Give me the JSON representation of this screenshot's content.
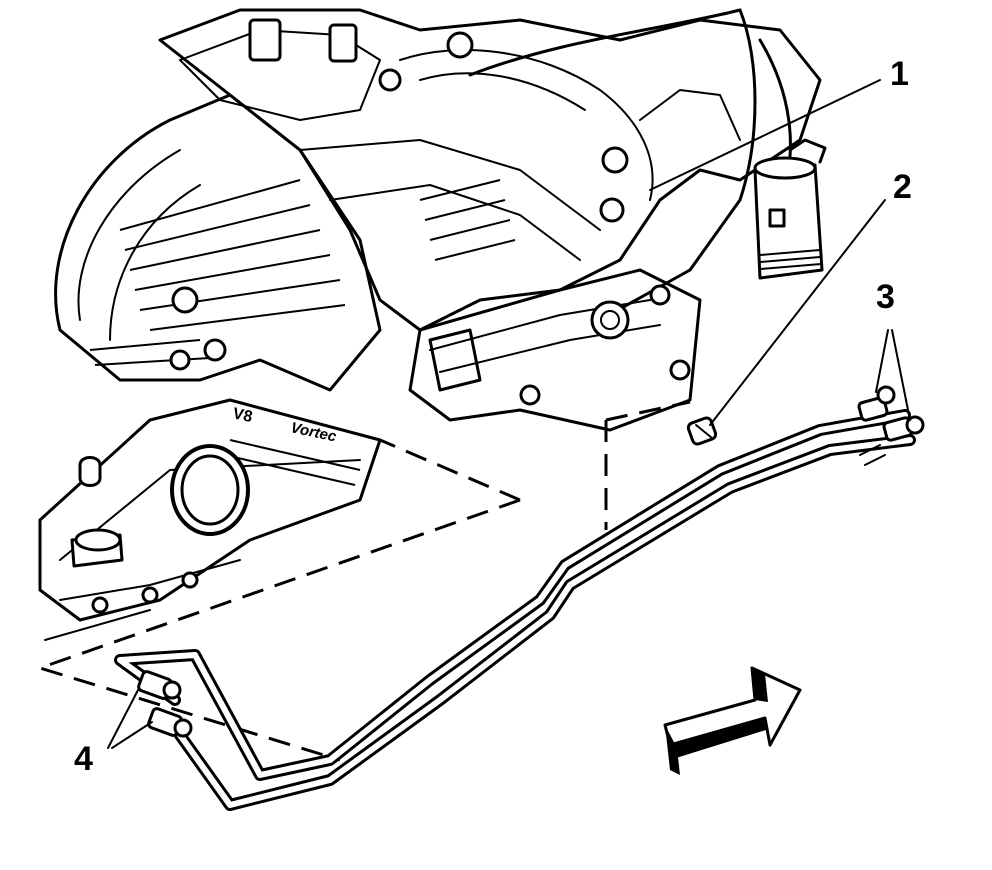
{
  "diagram": {
    "callouts": [
      {
        "id": "1",
        "label": "1"
      },
      {
        "id": "2",
        "label": "2"
      },
      {
        "id": "3",
        "label": "3"
      },
      {
        "id": "4",
        "label": "4"
      }
    ],
    "engine_markings": {
      "text_a": "V8",
      "text_b": "Vortec"
    },
    "colors": {
      "ink": "#000000",
      "paper": "#ffffff"
    },
    "icons": [
      "direction-arrow-icon"
    ]
  }
}
